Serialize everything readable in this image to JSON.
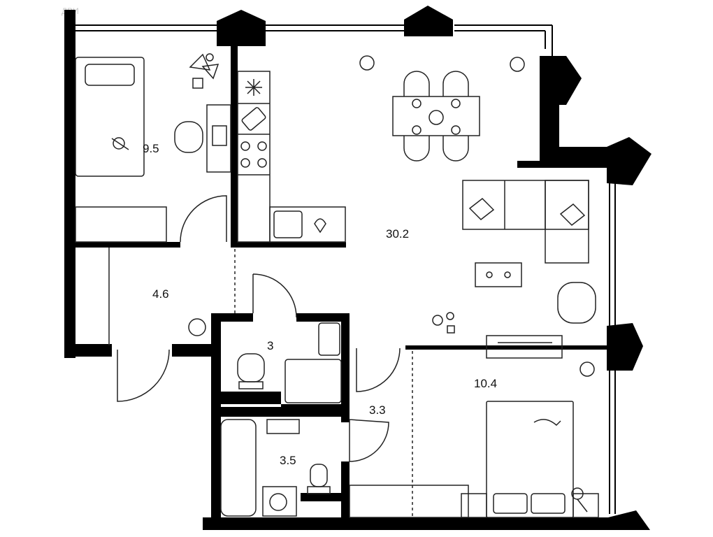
{
  "watermark": "ДВИ",
  "rooms": {
    "bedroom_small": "9.5",
    "living_kitchen": "30.2",
    "hall": "4.6",
    "bathroom_upper": "3",
    "corridor": "3.3",
    "bathroom_lower": "3.5",
    "bedroom_large": "10.4"
  },
  "colors": {
    "wall": "#000000",
    "line": "#222222",
    "background": "#ffffff"
  }
}
